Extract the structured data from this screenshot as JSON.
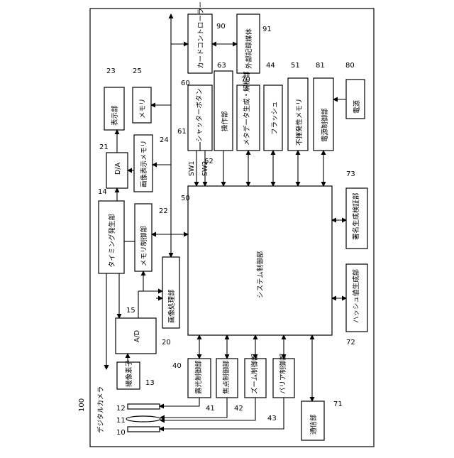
{
  "title": "デジタルカメラ",
  "labels": {
    "card_controller": "カードコントローラー",
    "external_media": "外部記録媒体",
    "display": "表示部",
    "memory": "メモリ",
    "da": "D/A",
    "image_display_memory": "画像表示メモリ",
    "timing_generator": "タイミング発生部",
    "memory_controller": "メモリ制御部",
    "image_processor": "画像処理部",
    "ad": "A/D",
    "image_sensor": "撮像素子",
    "shutter_button": "シャッターボタン",
    "sw1": "SW1",
    "sw2": "SW2",
    "operation_unit": "操作部",
    "metadata_unit": "メタデータ生成・解析部",
    "flash": "フラッシュ",
    "nonvolatile_memory": "不揮発性メモリ",
    "power_controller": "電源制御部",
    "power_supply": "電源",
    "system_controller": "システム制御部",
    "signature_unit": "署名生成検証部",
    "hash_unit": "ハッシュ値生成部",
    "exposure_controller": "露光制御部",
    "focus_controller": "焦点制御部",
    "zoom_controller": "ズーム制御部",
    "barrier_controller": "バリア制御部",
    "communication_unit": "通信部"
  },
  "refs": {
    "camera": "100",
    "card_controller": "90",
    "external_media": "91",
    "display": "23",
    "memory": "25",
    "da": "21",
    "image_display_memory": "24",
    "timing_generator": "14",
    "memory_controller": "22",
    "image_processor": "20",
    "ad": "15",
    "image_sensor": "13",
    "shutter_button": "60",
    "sw1": "61",
    "sw2": "62",
    "operation_unit": "63",
    "metadata_unit": "70",
    "flash": "44",
    "nonvolatile_memory": "51",
    "power_controller": "81",
    "power_supply": "80",
    "system_controller": "50",
    "signature_unit": "73",
    "hash_unit": "72",
    "exposure_controller": "40",
    "focus_controller": "41",
    "zoom_controller": "42",
    "barrier_controller": "43",
    "communication_unit": "71",
    "barrier": "10",
    "lens": "11",
    "shutter": "12"
  }
}
